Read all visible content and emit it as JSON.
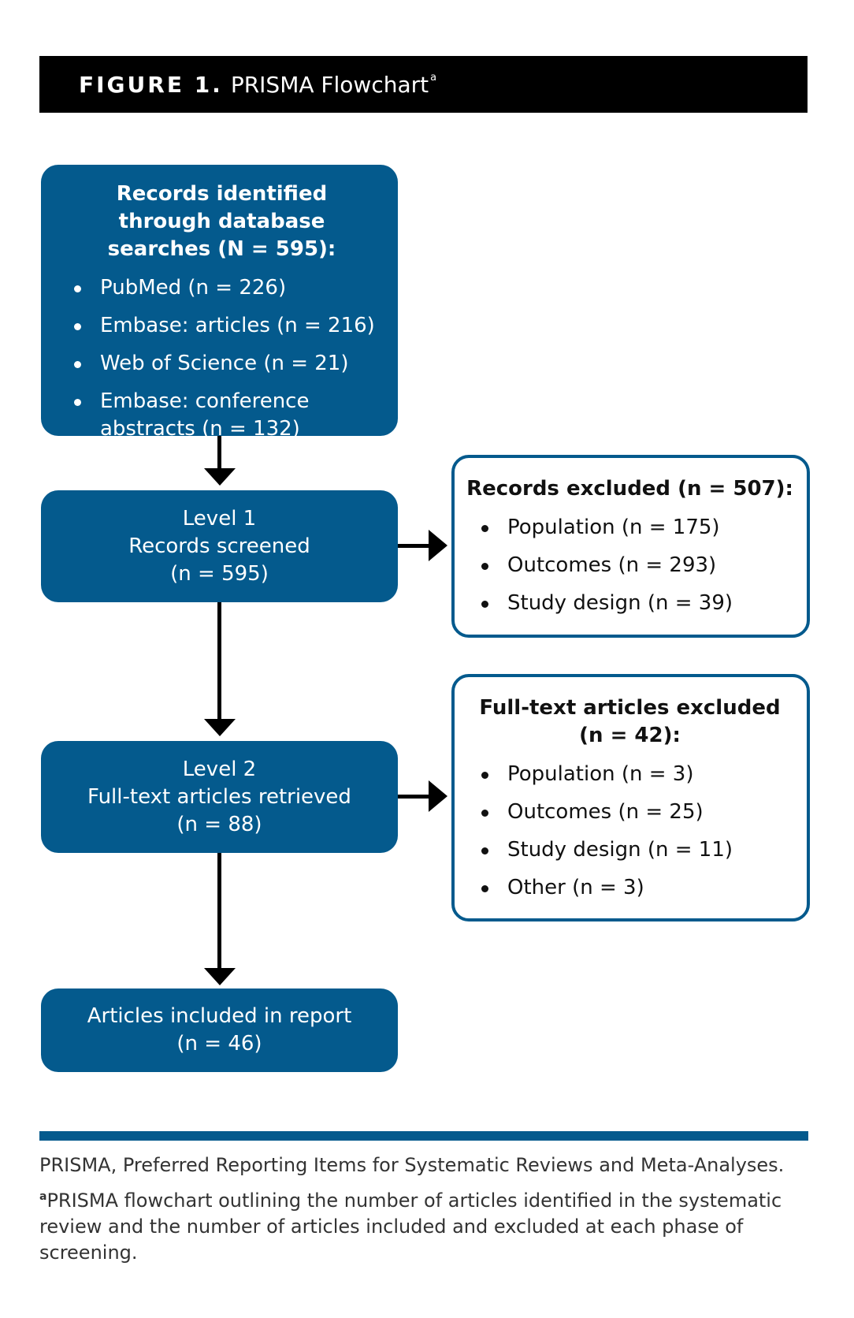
{
  "header": {
    "label": "FIGURE 1.",
    "title": "PRISMA Flowchart",
    "superscript": "a"
  },
  "colors": {
    "box_fill": "#045a8d",
    "header_bg": "#000000",
    "arrow": "#000000"
  },
  "identification": {
    "heading": "Records identified through database searches (N = 595):",
    "items": [
      "PubMed (n = 226)",
      "Embase: articles (n = 216)",
      "Web of Science (n = 21)",
      "Embase: conference abstracts (n = 132)"
    ]
  },
  "screening": {
    "line1": "Level 1",
    "line2": "Records screened",
    "line3": "(n = 595)"
  },
  "excluded_records": {
    "heading": "Records excluded (n = 507):",
    "items": [
      "Population (n = 175)",
      "Outcomes (n = 293)",
      "Study design (n = 39)"
    ]
  },
  "fulltext": {
    "line1": "Level 2",
    "line2": "Full-text articles retrieved",
    "line3": "(n = 88)"
  },
  "excluded_fulltext": {
    "heading_line1": "Full-text articles excluded",
    "heading_line2": "(n = 42):",
    "items": [
      "Population (n = 3)",
      "Outcomes (n = 25)",
      "Study design (n = 11)",
      "Other (n = 3)"
    ]
  },
  "included": {
    "line1": "Articles included in report",
    "line2": "(n = 46)"
  },
  "footnotes": {
    "abbreviation": "PRISMA, Preferred Reporting Items for Systematic Reviews and Meta-Analyses.",
    "note_marker": "a",
    "note_text": "PRISMA flowchart outlining the number of articles identified in the systematic review and the number of articles included and excluded at each phase of screening."
  }
}
